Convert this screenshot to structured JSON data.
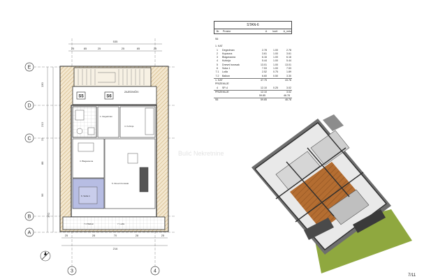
{
  "apartment_table": {
    "title": "STAN-6",
    "headers": [
      "Br.",
      "Prostor",
      "A",
      "koef.",
      "A_neto"
    ],
    "unit_code": "S6",
    "floor_label": "1. KAT",
    "rooms": [
      {
        "no": "1",
        "name": "Degedman",
        "area": "2.78",
        "coef": "1.00",
        "net": "2.78"
      },
      {
        "no": "2",
        "name": "Kupaona",
        "area": "3.61",
        "coef": "1.00",
        "net": "3.61"
      },
      {
        "no": "3",
        "name": "Blagavaona",
        "area": "6.16",
        "coef": "1.00",
        "net": "6.16"
      },
      {
        "no": "4",
        "name": "Kuhinja",
        "area": "5.44",
        "coef": "1.00",
        "net": "5.44"
      },
      {
        "no": "5",
        "name": "Dnevni boravak",
        "area": "13.01",
        "coef": "1.00",
        "net": "13.01"
      },
      {
        "no": "6",
        "name": "Soba 1",
        "area": "7.53",
        "coef": "1.00",
        "net": "7.53"
      },
      {
        "no": "7.1",
        "name": "Lođa",
        "area": "2.52",
        "coef": "0.75",
        "net": "1.89"
      },
      {
        "no": "7.2",
        "name": "Balkon",
        "area": "6.60",
        "coef": "0.50",
        "net": "3.30"
      }
    ],
    "floor_total": {
      "no": "1. KAT",
      "area": "47.75",
      "net": "43.78"
    },
    "storage_label": "PRIZEMLJE",
    "storage_rows": [
      {
        "no": "4",
        "name": "SP-4",
        "area": "12.10",
        "coef": "0.25",
        "net": "3.02"
      }
    ],
    "storage_total": {
      "no": "PRIZEMLJE",
      "area": "12.10",
      "net": "3.02"
    },
    "subtotal": {
      "area": "59.85",
      "net": "46.78"
    },
    "grand_total": {
      "no": "S6",
      "area": "59.85",
      "net": "46.78"
    }
  },
  "floor_plan": {
    "axis_labels_rows": [
      "E",
      "D",
      "C",
      "B",
      "A"
    ],
    "axis_labels_cols": [
      "3",
      "4"
    ],
    "unit_tags": [
      "S5",
      "S6"
    ],
    "room_labels": [
      "1. Degedman",
      "2. Kupaona",
      "3. Blagavaona",
      "4. Kuhinja",
      "5. Dnevni boravak",
      "6. Soba 1",
      "7. Lođa",
      "7.2 Balkon"
    ],
    "staircase_label": "ZAJEDNIČKI",
    "top_dim_total": "535",
    "top_dims": [
      "25",
      "85",
      "25",
      "25",
      "85",
      "25"
    ],
    "bottom_dims": [
      "25",
      "28",
      "70",
      "28",
      "25"
    ],
    "bottom_dim_total": "216",
    "side_dims": [
      "130",
      "213",
      "22",
      "88",
      "96",
      "170"
    ],
    "watermark": "Bulić Nekretnine"
  },
  "page_number": "7/11",
  "colors": {
    "hatch": "#c9a96e",
    "wall": "#2b2b2b",
    "selected_room": "#b7bde3",
    "floor_wood": "#b06a2d",
    "grass": "#8fa83f"
  }
}
